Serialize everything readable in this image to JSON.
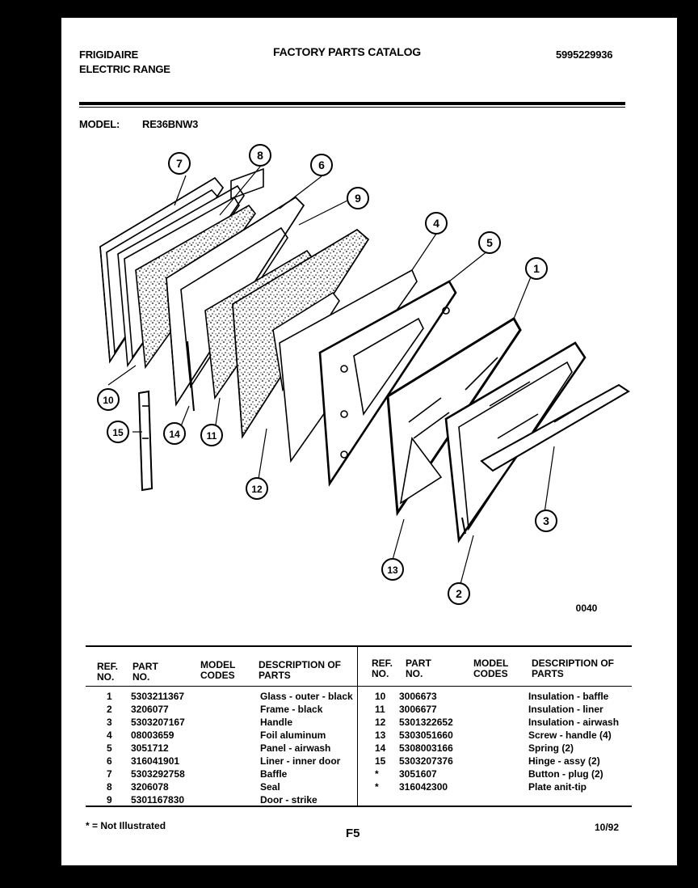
{
  "header": {
    "brand_line1": "FRIGIDAIRE",
    "brand_line2": "ELECTRIC RANGE",
    "catalog_title": "FACTORY PARTS CATALOG",
    "catalog_number": "5995229936",
    "model_label": "MODEL:",
    "model_value": "RE36BNW3"
  },
  "diagram": {
    "callouts": [
      "1",
      "2",
      "3",
      "4",
      "5",
      "6",
      "7",
      "8",
      "9",
      "10",
      "11",
      "12",
      "13",
      "14",
      "15"
    ],
    "figure_code": "0040"
  },
  "table": {
    "headers": {
      "ref_no": "REF. NO.",
      "part_no": "PART NO.",
      "model_codes": "MODEL CODES",
      "description": "DESCRIPTION OF PARTS"
    },
    "left_rows": [
      {
        "ref": "1",
        "part": "5303211367",
        "model": "",
        "desc": "Glass - outer - black"
      },
      {
        "ref": "2",
        "part": "3206077",
        "model": "",
        "desc": "Frame - black"
      },
      {
        "ref": "3",
        "part": "5303207167",
        "model": "",
        "desc": "Handle"
      },
      {
        "ref": "4",
        "part": "08003659",
        "model": "",
        "desc": "Foil aluminum"
      },
      {
        "ref": "5",
        "part": "3051712",
        "model": "",
        "desc": "Panel - airwash"
      },
      {
        "ref": "6",
        "part": "316041901",
        "model": "",
        "desc": "Liner - inner door"
      },
      {
        "ref": "7",
        "part": "5303292758",
        "model": "",
        "desc": "Baffle"
      },
      {
        "ref": "8",
        "part": "3206078",
        "model": "",
        "desc": "Seal"
      },
      {
        "ref": "9",
        "part": "5301167830",
        "model": "",
        "desc": "Door - strike"
      }
    ],
    "right_rows": [
      {
        "ref": "10",
        "part": "3006673",
        "model": "",
        "desc": "Insulation - baffle"
      },
      {
        "ref": "11",
        "part": "3006677",
        "model": "",
        "desc": "Insulation - liner"
      },
      {
        "ref": "12",
        "part": "5301322652",
        "model": "",
        "desc": "Insulation - airwash"
      },
      {
        "ref": "13",
        "part": "5303051660",
        "model": "",
        "desc": "Screw - handle (4)"
      },
      {
        "ref": "14",
        "part": "5308003166",
        "model": "",
        "desc": "Spring (2)"
      },
      {
        "ref": "15",
        "part": "5303207376",
        "model": "",
        "desc": "Hinge - assy (2)"
      },
      {
        "ref": "*",
        "part": "3051607",
        "model": "",
        "desc": "Button - plug (2)"
      },
      {
        "ref": "*",
        "part": "316042300",
        "model": "",
        "desc": "Plate anit-tip"
      }
    ]
  },
  "footer": {
    "note": "* = Not Illustrated",
    "page_code": "F5",
    "date": "10/92"
  }
}
